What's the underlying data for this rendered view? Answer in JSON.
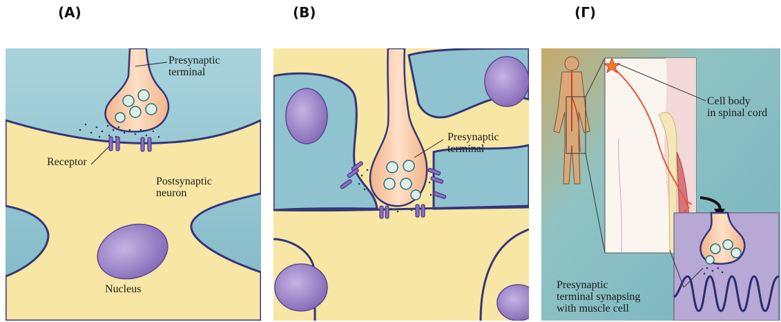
{
  "panels": [
    {
      "letter": "(A)"
    },
    {
      "letter": "(B)"
    },
    {
      "letter": "(Γ)"
    }
  ],
  "labels": {
    "a_presynaptic_1": "Presynaptic",
    "a_presynaptic_2": "terminal",
    "a_receptor": "Receptor",
    "a_postsynaptic_1": "Postsynaptic",
    "a_postsynaptic_2": "neuron",
    "a_nucleus": "Nucleus",
    "b_presynaptic_1": "Presynaptic",
    "b_presynaptic_2": "terminal",
    "c_cellbody_1": "Cell body",
    "c_cellbody_2": "in spinal cord",
    "c_synapse_1": "Presynaptic",
    "c_synapse_2": "terminal synapsing",
    "c_synapse_3": "with muscle cell"
  }
}
